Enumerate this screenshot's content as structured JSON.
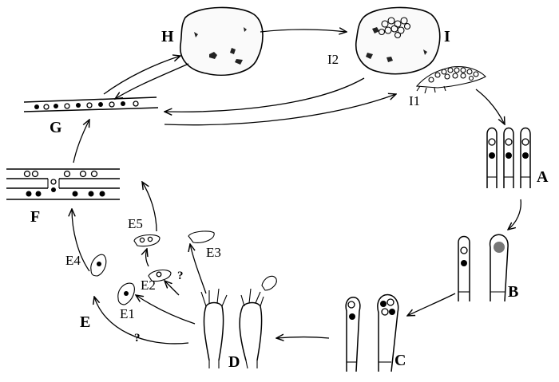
{
  "labels": {
    "A": "A",
    "B": "B",
    "C": "C",
    "D": "D",
    "E": "E",
    "E1": "E1",
    "E2": "E2",
    "E3": "E3",
    "E4": "E4",
    "E5": "E5",
    "F": "F",
    "G": "G",
    "H": "H",
    "I": "I",
    "I1": "I1",
    "I2": "I2",
    "q": "?"
  },
  "colors": {
    "line": "#000000",
    "nucleus_dark": "#000000",
    "nucleus_fused": "#777777",
    "background": "#ffffff"
  },
  "icons": [
    "tuber-icon",
    "sclerotium-icon",
    "mycelium-mat-icon",
    "basidium-icon",
    "basidiospore-icon",
    "hypha-icon"
  ]
}
